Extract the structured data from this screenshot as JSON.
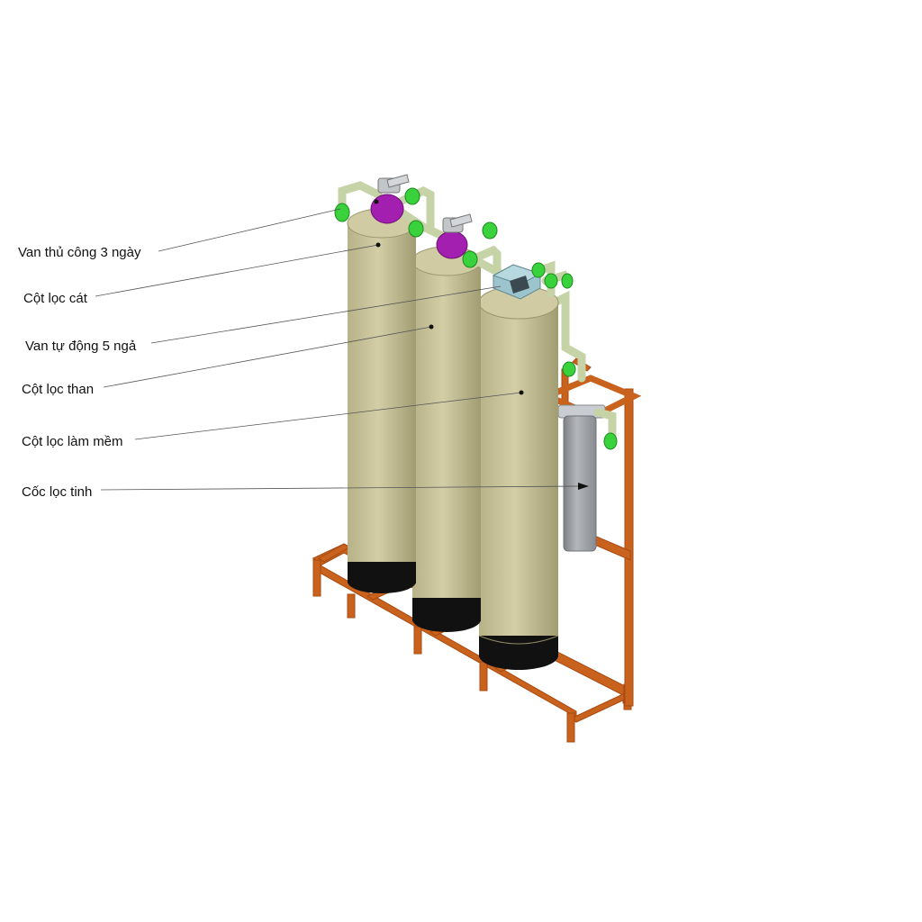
{
  "labels": [
    {
      "id": "manual-valve",
      "text": "Van thủ công 3 ngày"
    },
    {
      "id": "sand-column",
      "text": "Cột lọc cát"
    },
    {
      "id": "auto-valve",
      "text": "Van tự động 5 ngả"
    },
    {
      "id": "carbon-column",
      "text": "Cột lọc than"
    },
    {
      "id": "softener-column",
      "text": "Cột lọc làm mềm"
    },
    {
      "id": "fine-filter",
      "text": "Cốc lọc tinh"
    }
  ],
  "colors": {
    "tank": "#c9c49a",
    "tank_shade": "#a9a47a",
    "tank_base": "#111111",
    "frame": "#c8621c",
    "pipe": "#c5d3a6",
    "fitting": "#39d13c",
    "manual_valve": "#a21fb0",
    "auto_valve": "#9cc4cc",
    "filter_housing": "#9a9ea3"
  }
}
